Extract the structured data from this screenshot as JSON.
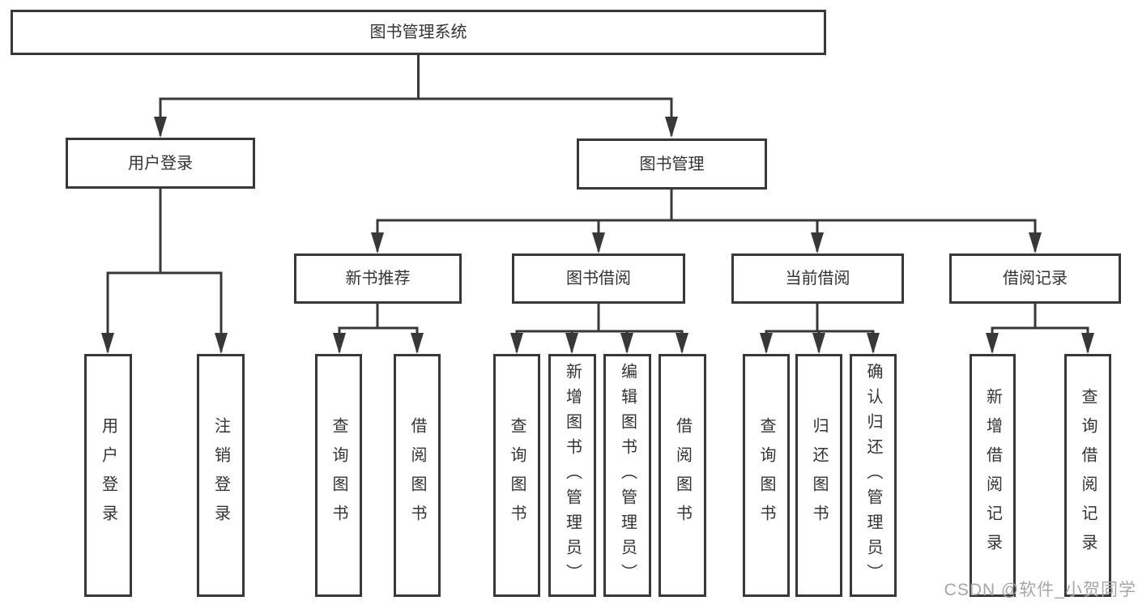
{
  "tree": {
    "label": "图书管理系统",
    "children": [
      {
        "label": "用户登录",
        "children": [
          {
            "label": "用户登录"
          },
          {
            "label": "注销登录"
          }
        ]
      },
      {
        "label": "图书管理",
        "children": [
          {
            "label": "新书推荐",
            "children": [
              {
                "label": "查询图书"
              },
              {
                "label": "借阅图书"
              }
            ]
          },
          {
            "label": "图书借阅",
            "children": [
              {
                "label": "查询图书"
              },
              {
                "label": "新增图书（管理员）"
              },
              {
                "label": "编辑图书（管理员）"
              },
              {
                "label": "借阅图书"
              }
            ]
          },
          {
            "label": "当前借阅",
            "children": [
              {
                "label": "查询图书"
              },
              {
                "label": "归还图书"
              },
              {
                "label": "确认归还（管理员）"
              }
            ]
          },
          {
            "label": "借阅记录",
            "children": [
              {
                "label": "新增借阅记录"
              },
              {
                "label": "查询借阅记录"
              }
            ]
          }
        ]
      }
    ]
  },
  "watermark": {
    "text": "CSDN @软件_小贺同学"
  },
  "colors": {
    "line": "#383838",
    "box_border": "#383838",
    "text": "#333333",
    "watermark": "#a6a6a6",
    "background": "#ffffff"
  }
}
